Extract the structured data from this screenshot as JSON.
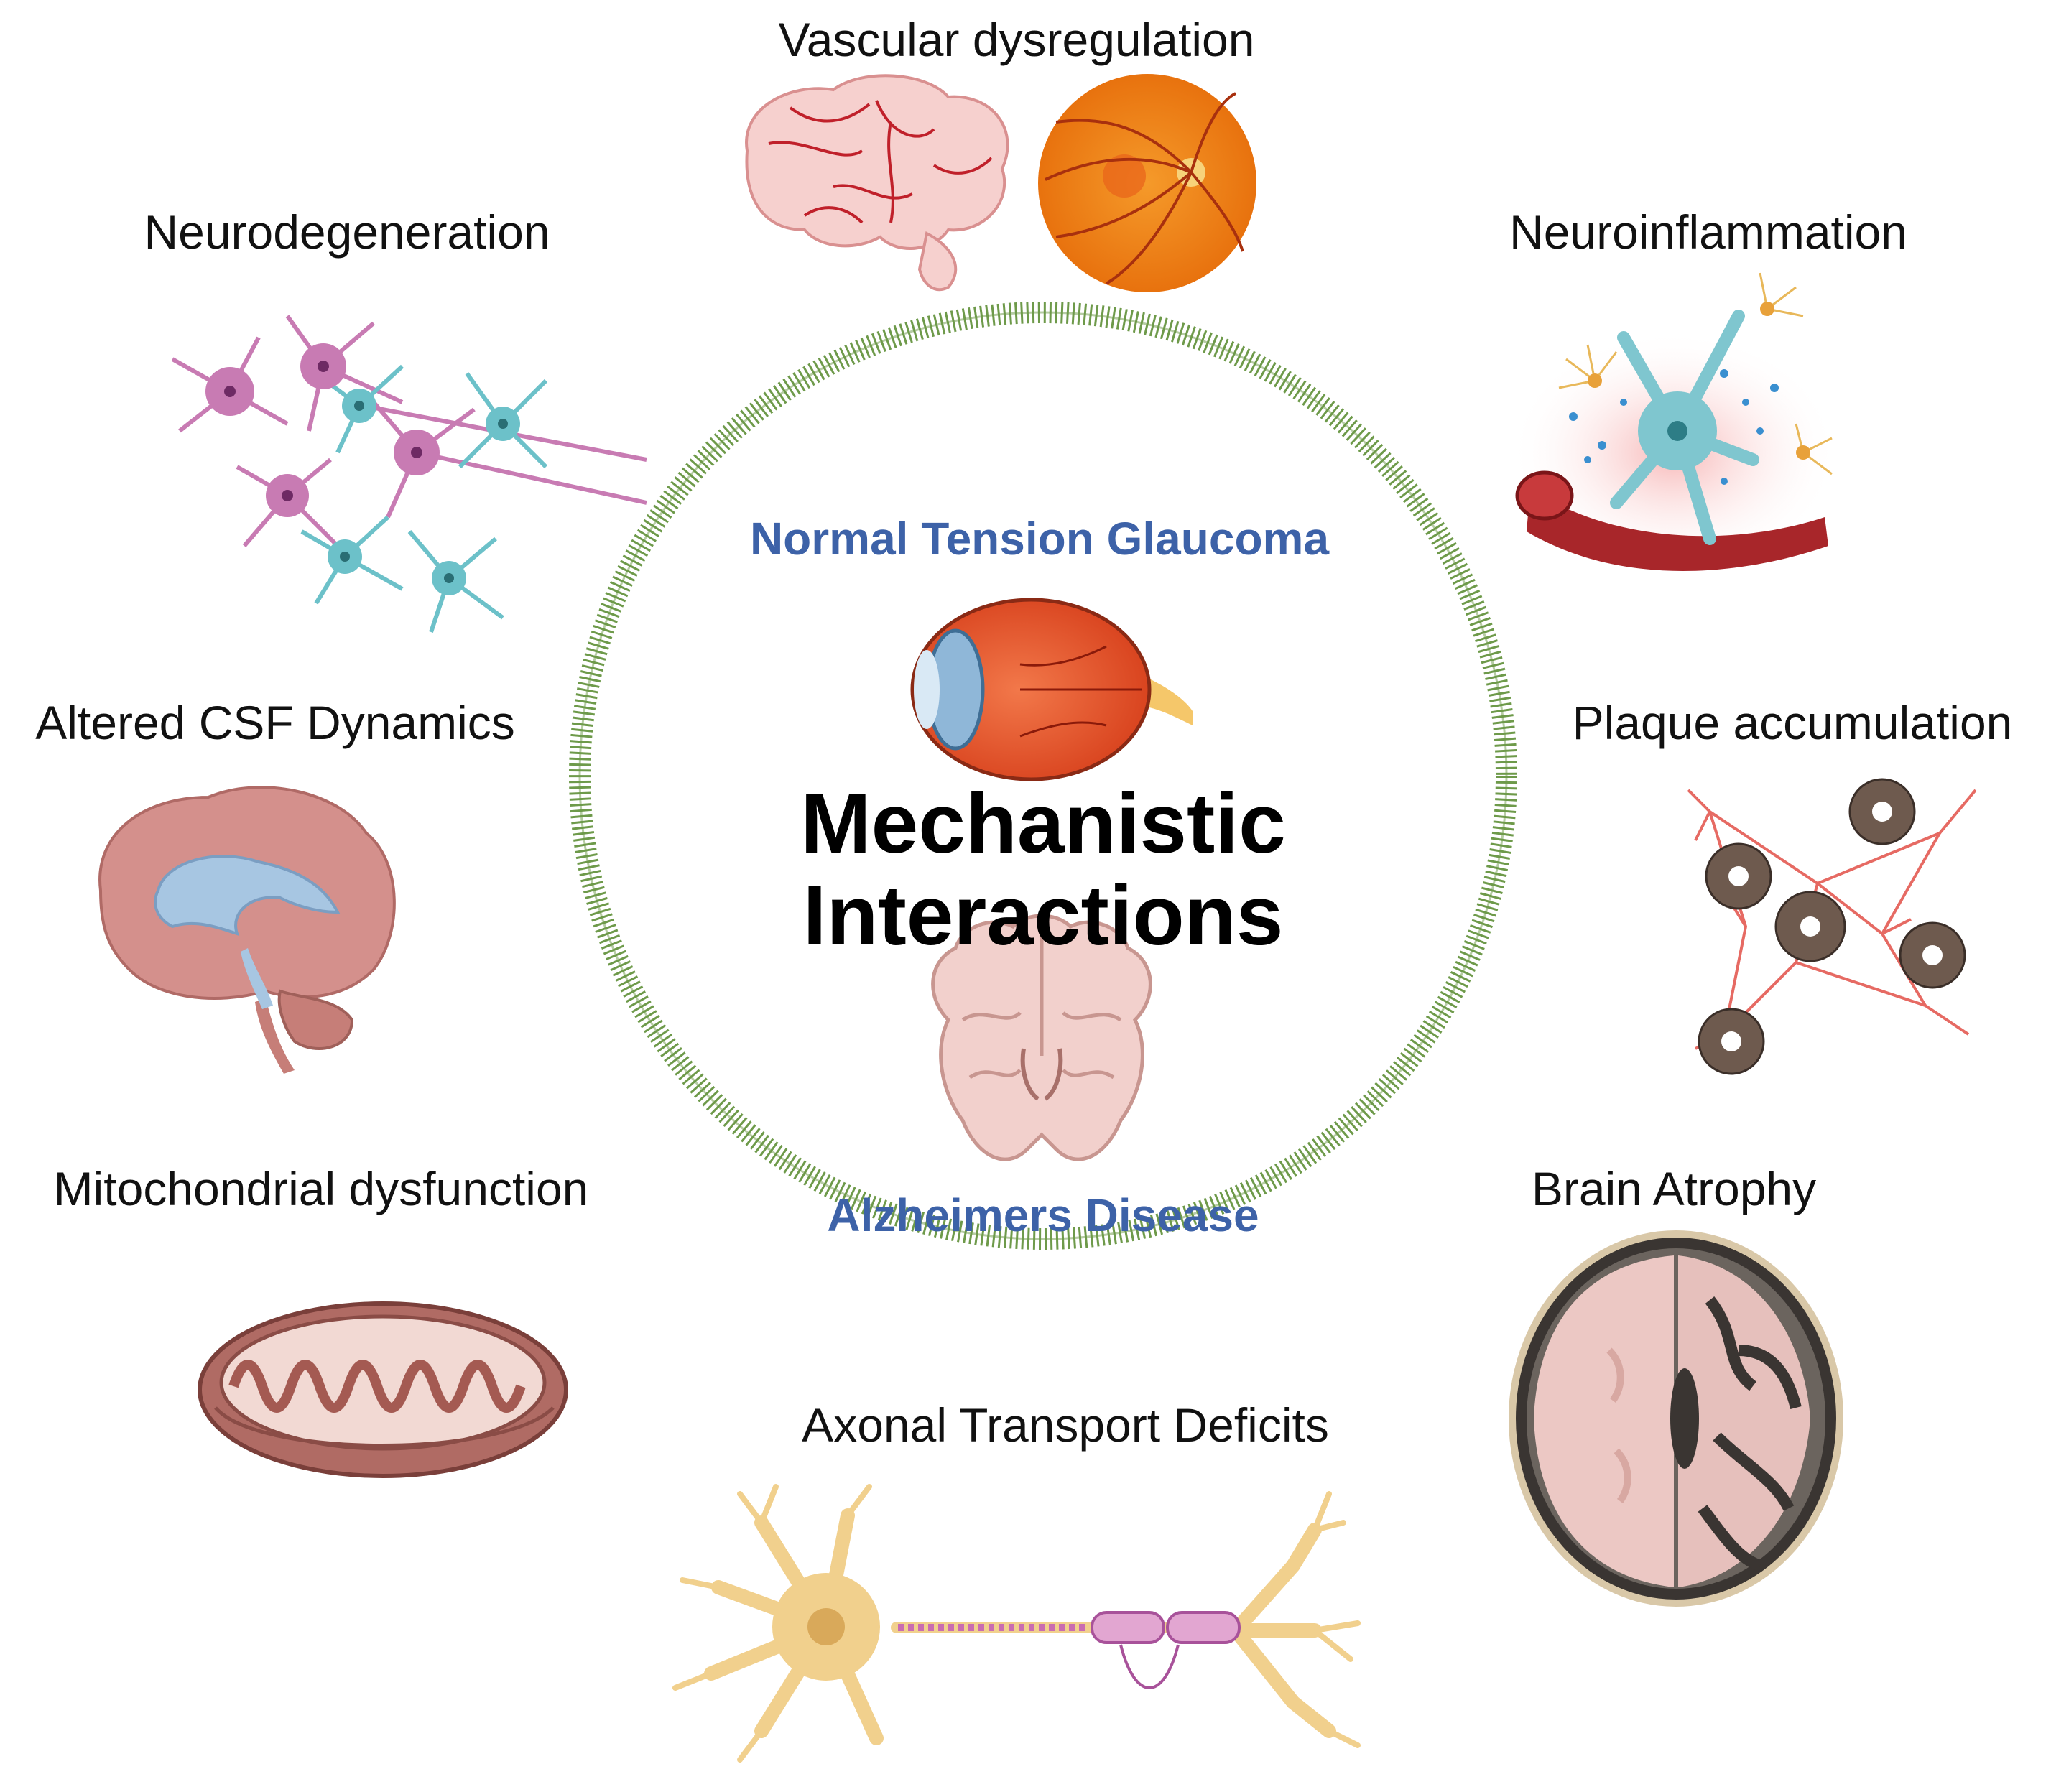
{
  "center": {
    "title_line1": "Mechanistic",
    "title_line2": "Interactions",
    "top_label": "Normal Tension Glaucoma",
    "bottom_label": "Alzheimers Disease"
  },
  "mechanisms": [
    {
      "id": "vascular",
      "label": "Vascular dysregulation"
    },
    {
      "id": "neuroinflammation",
      "label": "Neuroinflammation"
    },
    {
      "id": "plaque",
      "label": "Plaque accumulation"
    },
    {
      "id": "atrophy",
      "label": "Brain Atrophy"
    },
    {
      "id": "axonal",
      "label": "Axonal Transport Deficits"
    },
    {
      "id": "mitochondrial",
      "label": "Mitochondrial dysfunction"
    },
    {
      "id": "csf",
      "label": "Altered CSF Dynamics"
    },
    {
      "id": "neurodegeneration",
      "label": "Neurodegeneration"
    }
  ],
  "colors": {
    "ring": "#6e9a4a",
    "center_subtitle": "#3d62a8",
    "label_text": "#111111"
  }
}
